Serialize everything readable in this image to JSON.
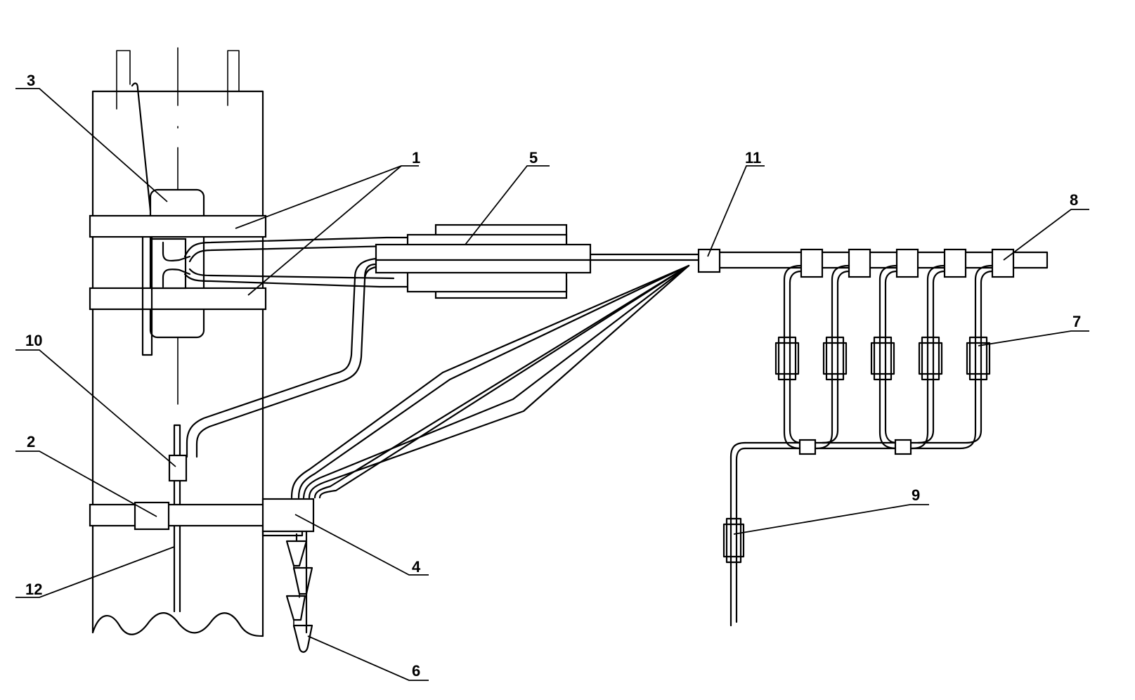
{
  "figure": {
    "labels": [
      "1",
      "2",
      "3",
      "4",
      "5",
      "6",
      "7",
      "8",
      "9",
      "10",
      "11",
      "12"
    ]
  }
}
